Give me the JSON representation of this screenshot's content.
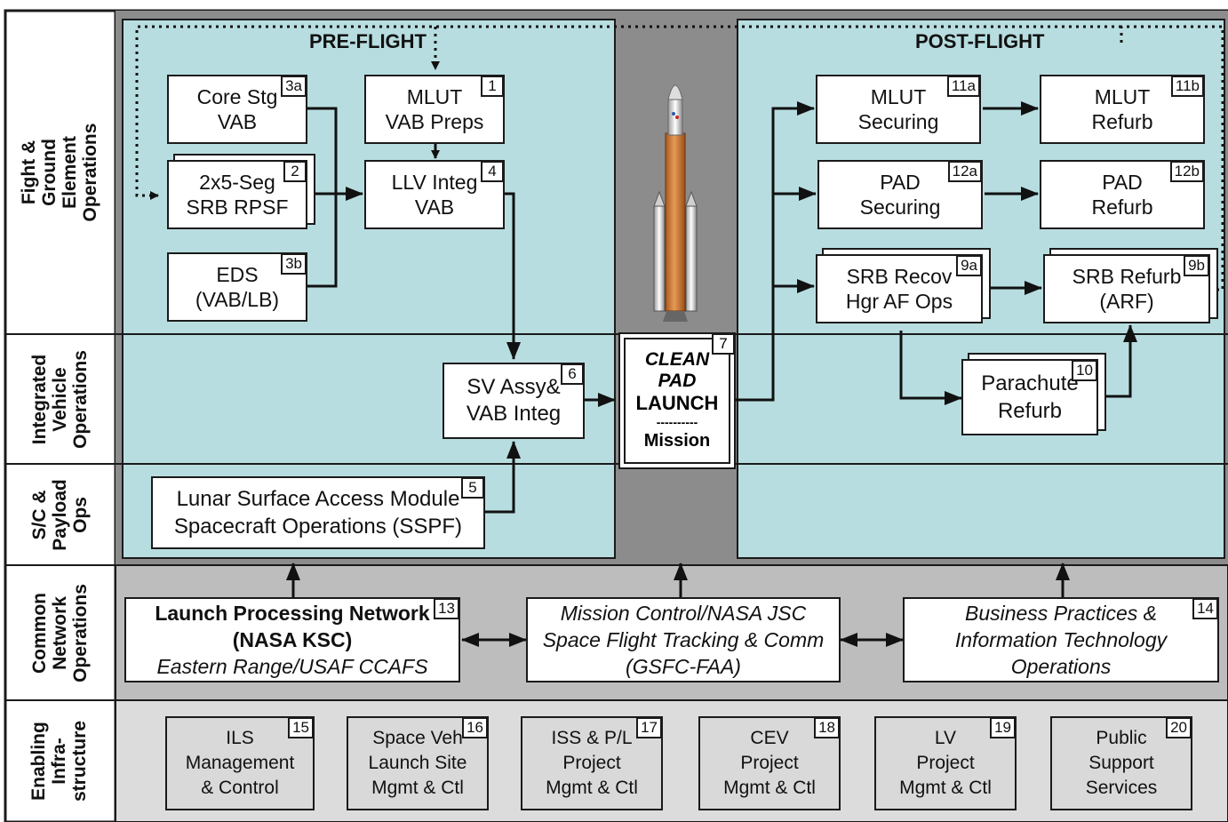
{
  "row_labels": {
    "flight_ground": "Fight & Ground\nElement Operations",
    "integrated_vehicle": "Integrated\nVehicle\nOperations",
    "sc_payload": "S/C &\nPayload\nOps",
    "common_network": "Common\nNetwork\nOperations",
    "enabling": "Enabling\nInfra-\nstructure"
  },
  "phases": {
    "pre_flight": "PRE-FLIGHT",
    "post_flight": "POST-FLIGHT"
  },
  "boxes": {
    "b3a": {
      "num": "3a",
      "l1": "Core Stg",
      "l2": "VAB"
    },
    "b2": {
      "num": "2",
      "l1": "2x5-Seg",
      "l2": "SRB RPSF"
    },
    "b3b": {
      "num": "3b",
      "l1": "EDS",
      "l2": "(VAB/LB)"
    },
    "b1": {
      "num": "1",
      "l1": "MLUT",
      "l2": "VAB Preps"
    },
    "b4": {
      "num": "4",
      "l1": "LLV Integ",
      "l2": "VAB"
    },
    "b6": {
      "num": "6",
      "l1": "SV Assy&",
      "l2": "VAB Integ"
    },
    "b5": {
      "num": "5",
      "l1": "Lunar Surface Access Module",
      "l2": "Spacecraft Operations (SSPF)"
    },
    "b11a": {
      "num": "11a",
      "l1": "MLUT",
      "l2": "Securing"
    },
    "b11b": {
      "num": "11b",
      "l1": "MLUT",
      "l2": "Refurb"
    },
    "b12a": {
      "num": "12a",
      "l1": "PAD",
      "l2": "Securing"
    },
    "b12b": {
      "num": "12b",
      "l1": "PAD",
      "l2": "Refurb"
    },
    "b9a": {
      "num": "9a",
      "l1": "SRB Recov",
      "l2": "Hgr AF Ops"
    },
    "b9b": {
      "num": "9b",
      "l1": "SRB Refurb",
      "l2": "(ARF)"
    },
    "b10": {
      "num": "10",
      "l1": "Parachute",
      "l2": "Refurb"
    }
  },
  "launch": {
    "num": "7",
    "l1": "CLEAN",
    "l2": "PAD",
    "l3": "LAUNCH",
    "sep": "----------",
    "l4": "Mission"
  },
  "network": {
    "b13": {
      "num": "13",
      "l1": "Launch Processing Network",
      "l2": "(NASA KSC)",
      "l3": "Eastern Range/USAF CCAFS"
    },
    "mc": {
      "l1": "Mission Control/NASA JSC",
      "l2": "Space Flight Tracking & Comm",
      "l3": "(GSFC-FAA)"
    },
    "b14": {
      "num": "14",
      "l1": "Business Practices &",
      "l2": "Information Technology",
      "l3": "Operations"
    }
  },
  "infra": {
    "b15": {
      "num": "15",
      "l1": "ILS",
      "l2": "Management",
      "l3": "& Control"
    },
    "b16": {
      "num": "16",
      "l1": "Space Veh",
      "l2": "Launch Site",
      "l3": "Mgmt & Ctl"
    },
    "b17": {
      "num": "17",
      "l1": "ISS & P/L",
      "l2": "Project",
      "l3": "Mgmt & Ctl"
    },
    "b18": {
      "num": "18",
      "l1": "CEV",
      "l2": "Project",
      "l3": "Mgmt & Ctl"
    },
    "b19": {
      "num": "19",
      "l1": "LV",
      "l2": "Project",
      "l3": "Mgmt & Ctl"
    },
    "b20": {
      "num": "20",
      "l1": "Public",
      "l2": "Support",
      "l3": "Services"
    }
  },
  "colors": {
    "teal_panel": "#b8dde0",
    "dark_band": "#8c8c8c",
    "network_band": "#bdbdbd",
    "infra_band": "#dcdcdc",
    "rocket_orange": "#d9803a"
  }
}
